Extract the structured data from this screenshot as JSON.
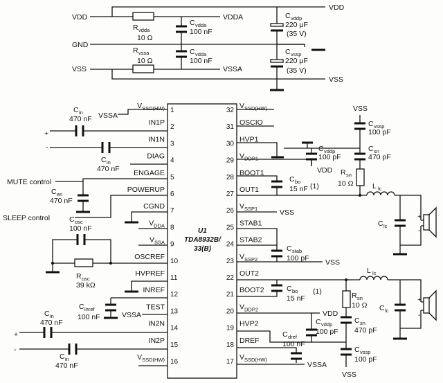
{
  "supply": {
    "vdd": "VDD",
    "vdda": "VDDA",
    "gnd": "GND",
    "vss": "VSS",
    "vssa": "VSSA",
    "r_vdda": "R",
    "r_vdda_sub": "vdda",
    "r_vdda_val": "10 Ω",
    "r_vssa": "R",
    "r_vssa_sub": "vssa",
    "r_vssa_val": "10 Ω",
    "c_vdda1": "C",
    "c_vdda1_sub": "vdda",
    "c_vdda1_val": "100 nF",
    "c_vdda2": "C",
    "c_vdda2_sub": "vdda",
    "c_vdda2_val": "100 nF",
    "c_vddp": "C",
    "c_vddp_sub": "vddp",
    "c_vddp_val1": "220 μF",
    "c_vddp_val2": "(35 V)",
    "c_vssp": "C",
    "c_vssp_sub": "vssp",
    "c_vssp_val1": "220 μF",
    "c_vssp_val2": "(35 V)",
    "vdd_right": "VDD",
    "vss_right": "VSS"
  },
  "ic": {
    "ref": "U1",
    "part1": "TDA8932B/",
    "part2": "33(B)",
    "left_pins": [
      {
        "num": "1",
        "name": "V",
        "sub": "SSD(HW)"
      },
      {
        "num": "2",
        "name": "IN1P",
        "sub": ""
      },
      {
        "num": "3",
        "name": "IN1N",
        "sub": ""
      },
      {
        "num": "4",
        "name": "DIAG",
        "sub": ""
      },
      {
        "num": "5",
        "name": "ENGAGE",
        "sub": ""
      },
      {
        "num": "6",
        "name": "POWERUP",
        "sub": ""
      },
      {
        "num": "7",
        "name": "CGND",
        "sub": ""
      },
      {
        "num": "8",
        "name": "V",
        "sub": "DDA"
      },
      {
        "num": "9",
        "name": "V",
        "sub": "SSA"
      },
      {
        "num": "10",
        "name": "OSCREF",
        "sub": ""
      },
      {
        "num": "11",
        "name": "HVPREF",
        "sub": ""
      },
      {
        "num": "12",
        "name": "INREF",
        "sub": ""
      },
      {
        "num": "13",
        "name": "TEST",
        "sub": ""
      },
      {
        "num": "14",
        "name": "IN2N",
        "sub": ""
      },
      {
        "num": "15",
        "name": "IN2P",
        "sub": ""
      },
      {
        "num": "16",
        "name": "V",
        "sub": "SSD(HW)"
      }
    ],
    "right_pins": [
      {
        "num": "32",
        "name": "V",
        "sub": "SSD(HW)"
      },
      {
        "num": "31",
        "name": "OSCIO",
        "sub": ""
      },
      {
        "num": "30",
        "name": "HVP1",
        "sub": ""
      },
      {
        "num": "29",
        "name": "V",
        "sub": "DDP1"
      },
      {
        "num": "28",
        "name": "BOOT1",
        "sub": ""
      },
      {
        "num": "27",
        "name": "OUT1",
        "sub": ""
      },
      {
        "num": "26",
        "name": "V",
        "sub": "SSP1"
      },
      {
        "num": "25",
        "name": "STAB1",
        "sub": ""
      },
      {
        "num": "24",
        "name": "STAB2",
        "sub": ""
      },
      {
        "num": "23",
        "name": "V",
        "sub": "SSP2"
      },
      {
        "num": "22",
        "name": "OUT2",
        "sub": ""
      },
      {
        "num": "21",
        "name": "BOOT2",
        "sub": ""
      },
      {
        "num": "20",
        "name": "V",
        "sub": "DDP2"
      },
      {
        "num": "19",
        "name": "HVP2",
        "sub": ""
      },
      {
        "num": "18",
        "name": "DREF",
        "sub": ""
      },
      {
        "num": "17",
        "name": "V",
        "sub": "SSD(HW)"
      }
    ]
  },
  "left": {
    "vssa1": "VSSA",
    "cin1": "C",
    "cin1_sub": "in",
    "cin1_val": "470 nF",
    "cin2": "C",
    "cin2_sub": "in",
    "cin2_val": "470 nF",
    "plus1": "+",
    "minus1": "-",
    "mute": "MUTE control",
    "sleep": "SLEEP control",
    "cen": "C",
    "cen_sub": "en",
    "cen_val": "470 nF",
    "cosc": "C",
    "cosc_sub": "osc",
    "cosc_val": "100 nF",
    "rosc": "R",
    "rosc_sub": "osc",
    "rosc_val": "39 kΩ",
    "cinref": "C",
    "cinref_sub": "inref",
    "cinref_val": "100 nF",
    "vssa2": "VSSA",
    "cin3": "C",
    "cin3_sub": "in",
    "cin3_val": "470 nF",
    "cin4": "C",
    "cin4_sub": "in",
    "cin4_val": "470 nF",
    "plus2": "+",
    "minus2": "-"
  },
  "right": {
    "vss_top": "VSS",
    "c_vssp1": "C",
    "c_vssp1_sub": "vssp",
    "c_vssp1_val": "100 pF",
    "c_vddp1": "C",
    "c_vddp1_sub": "vddp",
    "c_vddp1_val": "100 pF",
    "c_sn1": "C",
    "c_sn1_sub": "sn",
    "c_sn1_val": "470 pF",
    "vdd1": "VDD",
    "r_sn1": "R",
    "r_sn1_sub": "sn",
    "r_sn1_val": "10 Ω",
    "c_bo1": "C",
    "c_bo1_sub": "bo",
    "c_bo1_val": "15 nF",
    "note1": "(1)",
    "l_lc1": "L",
    "l_lc1_sub": "lc",
    "c_lc1": "C",
    "c_lc1_sub": "lc",
    "vss_p26": "VSS",
    "c_stab": "C",
    "c_stab_sub": "stab",
    "c_stab_val": "100 pF",
    "vss_p23": "VSS",
    "c_bo2": "C",
    "c_bo2_sub": "bo",
    "c_bo2_val": "15 nF",
    "note2": "(1)",
    "l_lc2": "L",
    "l_lc2_sub": "lc",
    "r_sn2": "R",
    "r_sn2_sub": "sn",
    "r_sn2_val": "10 Ω",
    "c_lc2": "C",
    "c_lc2_sub": "lc",
    "vdd2": "VDD",
    "c_sn2": "C",
    "c_sn2_sub": "sn",
    "c_sn2_val": "470 pF",
    "c_vddp2": "C",
    "c_vddp2_sub": "vddp",
    "c_vddp2_val": "100 pF",
    "c_dref": "C",
    "c_dref_sub": "dref",
    "c_dref_val": "100 nF",
    "c_vssp2": "C",
    "c_vssp2_sub": "vssp",
    "c_vssp2_val": "100 pF",
    "vssa3": "VSSA",
    "vss_bot": "VSS",
    "spk_plus1": "+",
    "spk_minus1": "-",
    "spk_plus2": "+",
    "spk_minus2": "-"
  }
}
